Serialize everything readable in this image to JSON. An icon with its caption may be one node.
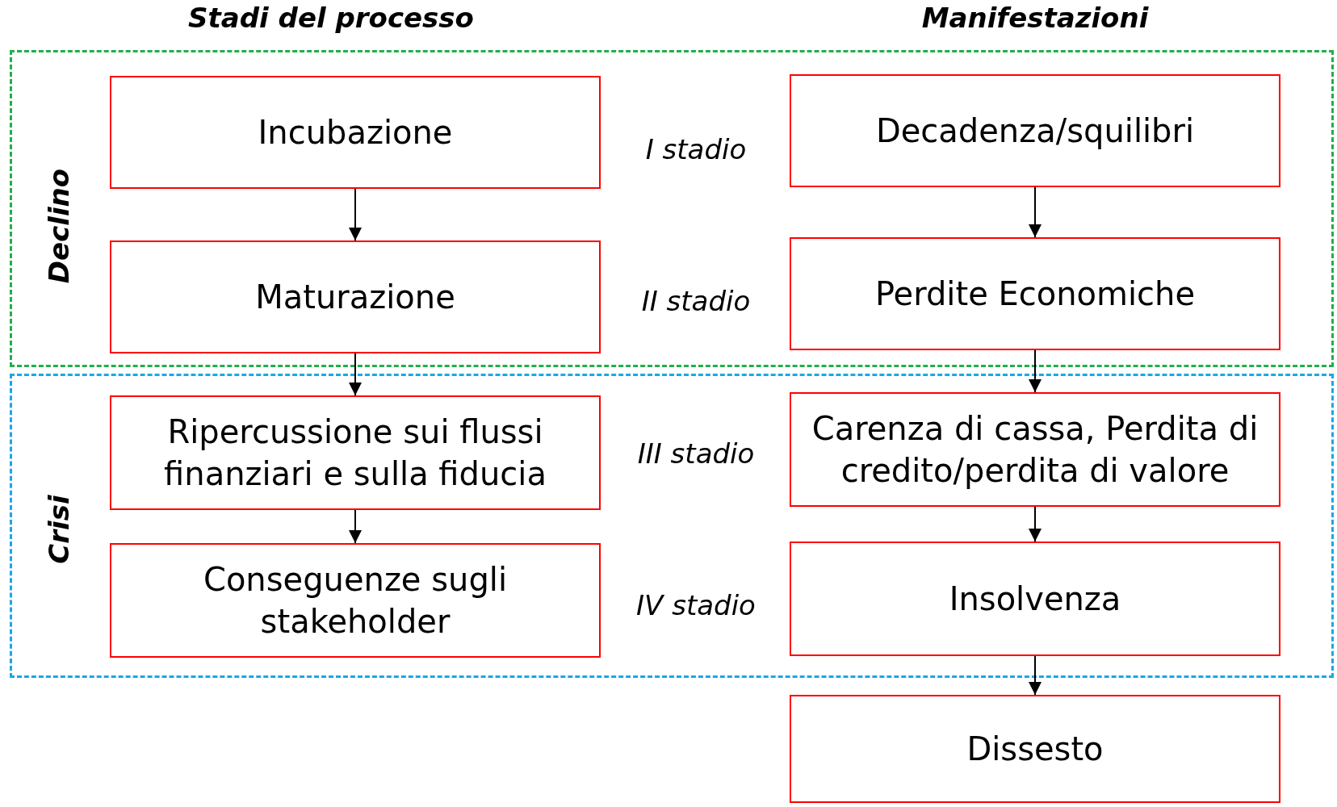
{
  "diagram": {
    "nodes": [
      {
        "text": [
          "Declino"
        ]
      },
      {
        "text": [
          "Incubazione"
        ],
        "in": 0
      },
      {
        "text": [
          "Maturazione"
        ],
        "in": 0
      },
      {
        "text": [
          "Decadenza/squilibri"
        ],
        "in": 0
      },
      {
        "text": [
          "Perdite Economiche"
        ],
        "in": 0
      },
      {
        "text": [
          "Crisi"
        ]
      },
      {
        "text": [
          "Ripercussione sui flussi finanziari e sulla fiducia"
        ],
        "in": 5
      },
      {
        "text": [
          "Conseguenze sugli stakeholder"
        ],
        "in": 5
      },
      {
        "text": [
          "Carenza di cassa, Perdita di credito/perdita di valore"
        ],
        "in": 5
      },
      {
        "text": [
          "Insolvenza"
        ],
        "in": 5
      },
      {
        "text": [
          "Dissesto"
        ]
      }
    ],
    "edges": [
      {
        "from": 1,
        "to": 2,
        "arrow": "to"
      },
      {
        "from": 2,
        "to": 6,
        "arrow": "to"
      },
      {
        "from": 6,
        "to": 7,
        "arrow": "to"
      },
      {
        "from": 3,
        "to": 4,
        "arrow": "to"
      },
      {
        "from": 4,
        "to": 8,
        "arrow": "to"
      },
      {
        "from": 8,
        "to": 9,
        "arrow": "to"
      },
      {
        "from": 9,
        "to": 10,
        "arrow": "to"
      }
    ],
    "labels": [
      "Stadi del processo",
      "Manifestazioni",
      "I stadio",
      "II stadio",
      "III stadio",
      "IV stadio"
    ]
  }
}
